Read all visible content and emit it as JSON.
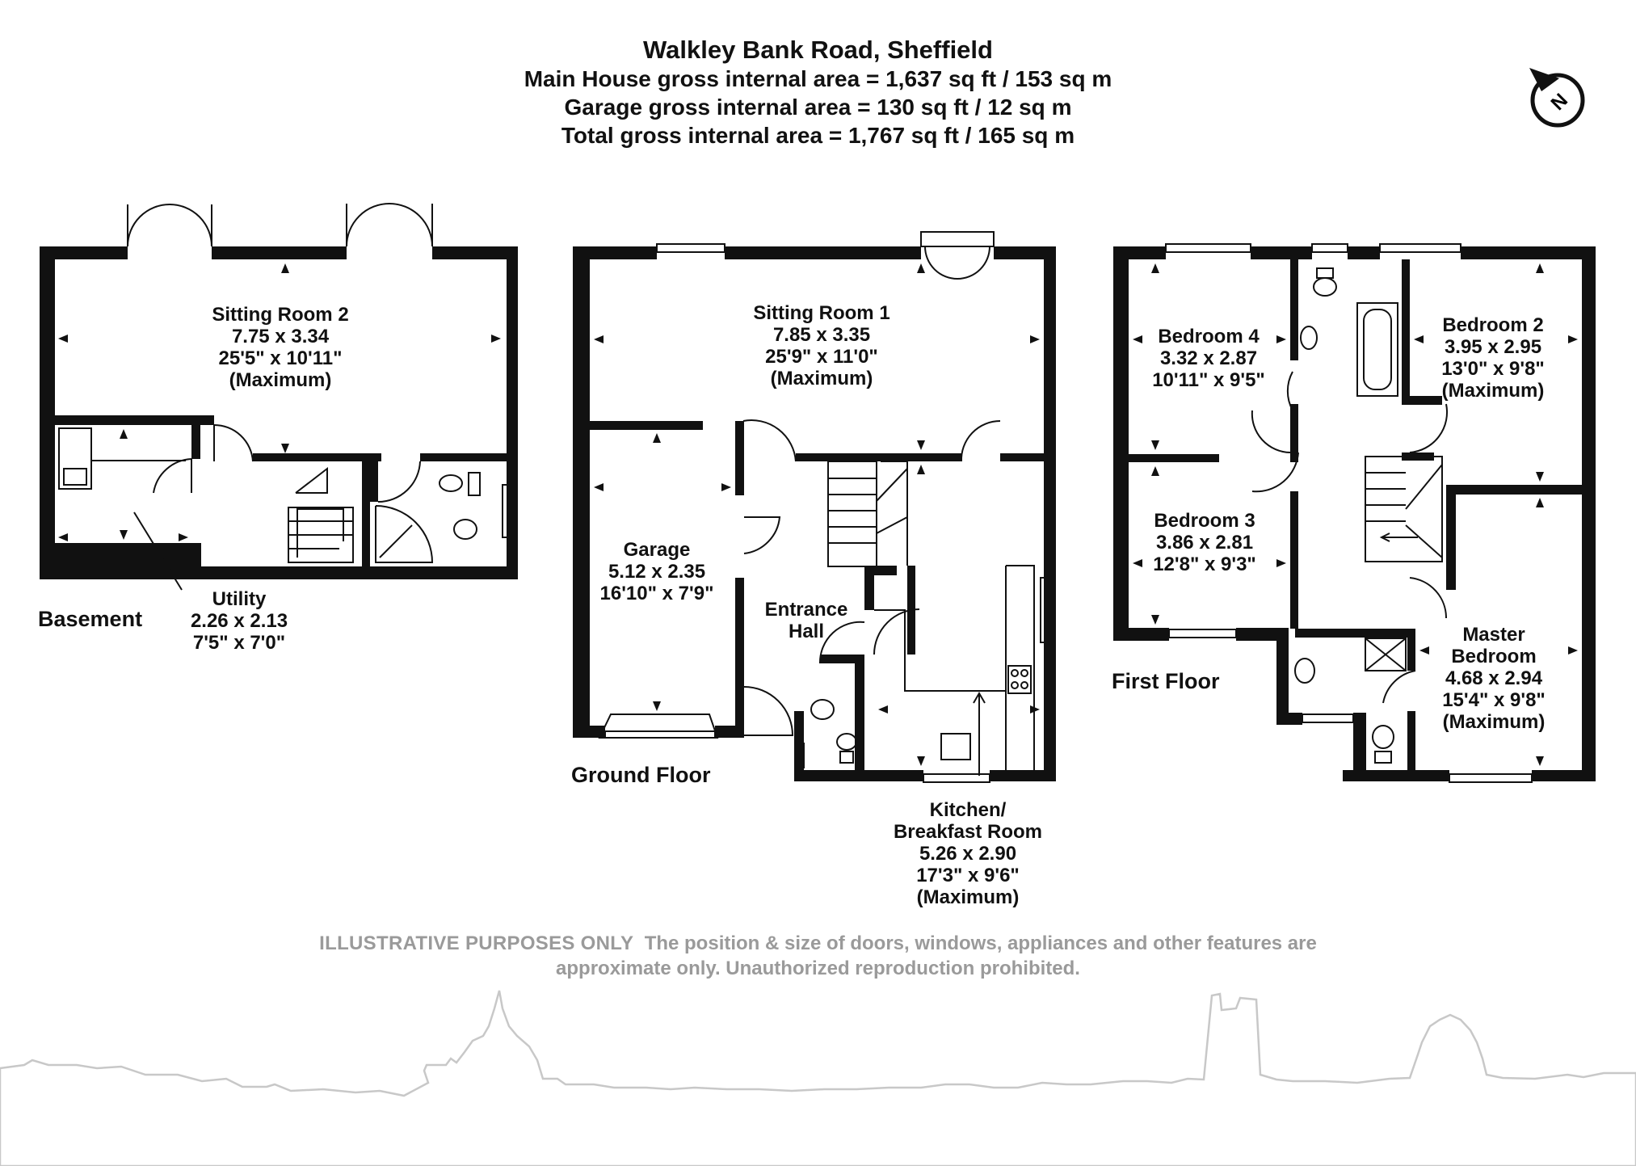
{
  "header": {
    "title": "Walkley Bank Road, Sheffield",
    "line1": "Main House gross internal area = 1,637 sq ft / 153 sq m",
    "line2": "Garage gross internal area = 130 sq ft / 12 sq m",
    "line3": "Total gross internal area = 1,767 sq ft / 165 sq m"
  },
  "compass": {
    "icon": "north-arrow-icon",
    "letter": "N"
  },
  "floors": {
    "basement": {
      "label": "Basement",
      "sitting_room_2": {
        "name": "Sitting Room 2",
        "metric": "7.75 x 3.34",
        "imperial": "25'5\" x 10'11\"",
        "note": "(Maximum)"
      },
      "utility": {
        "name": "Utility",
        "metric": "2.26 x 2.13",
        "imperial": "7'5\" x 7'0\""
      }
    },
    "ground": {
      "label": "Ground Floor",
      "sitting_room_1": {
        "name": "Sitting Room 1",
        "metric": "7.85 x 3.35",
        "imperial": "25'9\" x 11'0\"",
        "note": "(Maximum)"
      },
      "garage": {
        "name": "Garage",
        "metric": "5.12 x 2.35",
        "imperial": "16'10\" x 7'9\""
      },
      "entrance_hall": {
        "line1": "Entrance",
        "line2": "Hall"
      },
      "kitchen": {
        "line1": "Kitchen/",
        "line2": "Breakfast Room",
        "metric": "5.26 x 2.90",
        "imperial": "17'3\" x 9'6\"",
        "note": "(Maximum)"
      }
    },
    "first": {
      "label": "First Floor",
      "bedroom_4": {
        "name": "Bedroom 4",
        "metric": "3.32 x 2.87",
        "imperial": "10'11\" x 9'5\""
      },
      "bedroom_2": {
        "name": "Bedroom 2",
        "metric": "3.95 x 2.95",
        "imperial": "13'0\" x 9'8\"",
        "note": "(Maximum)"
      },
      "bedroom_3": {
        "name": "Bedroom 3",
        "metric": "3.86 x 2.81",
        "imperial": "12'8\" x 9'3\""
      },
      "master_bedroom": {
        "line1": "Master",
        "line2": "Bedroom",
        "metric": "4.68 x 2.94",
        "imperial": "15'4\" x 9'8\"",
        "note": "(Maximum)"
      }
    }
  },
  "disclaimer": {
    "lead": "ILLUSTRATIVE PURPOSES ONLY",
    "text1": "The position & size of doors, windows, appliances and other features are",
    "text2": "approximate only. Unauthorized reproduction prohibited."
  },
  "colors": {
    "wall": "#111111",
    "text": "#111111",
    "disclaimer": "#9a9a9a",
    "skyline": "#c8c8c8"
  }
}
